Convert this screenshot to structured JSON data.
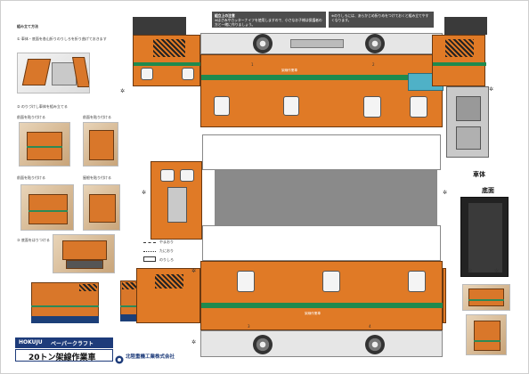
{
  "instructions": {
    "header": "組み立て方法",
    "step1": "① 車体・底面を各山折りのりしろを折り曲げておきます",
    "step2": "② のりづけし車体を組み立てる",
    "step2a": "前面を貼り付ける",
    "step2b": "前面を貼り付ける",
    "step2c": "前面を貼り付ける",
    "step2d": "屋根を貼り付ける",
    "step3": "③ 底面をはりつける"
  },
  "notice": {
    "left_title": "組立上の注意",
    "left_text": "※はさみやカッターナイフを使用しますので、小さなお子様は保護者の方と一緒に作りましょう。",
    "right_text": "※のりしろには、あらかじめ折りめをつけておくと組み立てやすくなります。"
  },
  "legend": {
    "mountain": "やまおり",
    "valley": "たにおり",
    "glue": "のりしろ"
  },
  "parts": {
    "body_label": "車体",
    "bottom_label": "底面",
    "car_text_top": "架線作業車",
    "car_text_bottom": "架線作業車",
    "num_1": "1",
    "num_2": "2",
    "num_3": "3",
    "num_4": "4"
  },
  "title_block": {
    "brand": "HOKUJU",
    "series": "ペーパークラフト",
    "name": "20トン架線作業車",
    "company": "北陸重機工業株式会社"
  }
}
